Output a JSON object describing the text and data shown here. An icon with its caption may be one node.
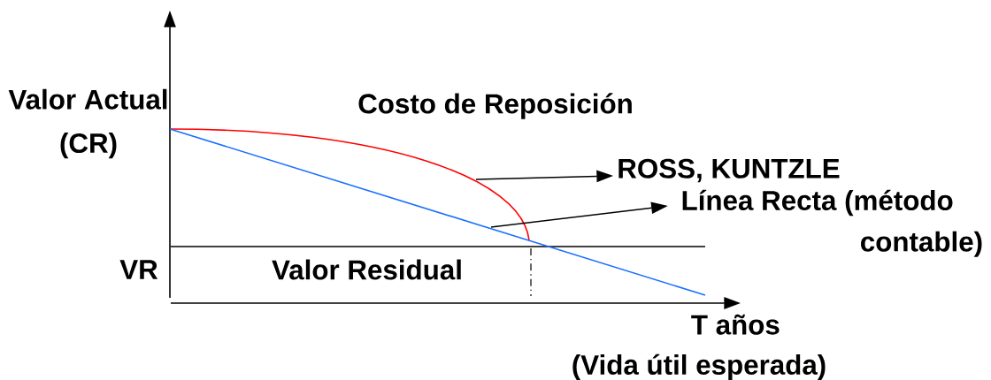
{
  "diagram": {
    "nodes": [
      {
        "text": [
          "ROSS, KUNTZLE"
        ]
      },
      {
        "text": [
          "Línea Recta (método contable)"
        ]
      }
    ],
    "edges": [
      {
        "from": null,
        "to": 0,
        "arrow": "to"
      },
      {
        "from": null,
        "to": 1,
        "arrow": "to"
      }
    ],
    "labels": [
      "Valor Actual (CR)",
      "Costo de Reposición",
      "VR",
      "Valor Residual",
      "T años (Vida útil esperada)"
    ]
  }
}
